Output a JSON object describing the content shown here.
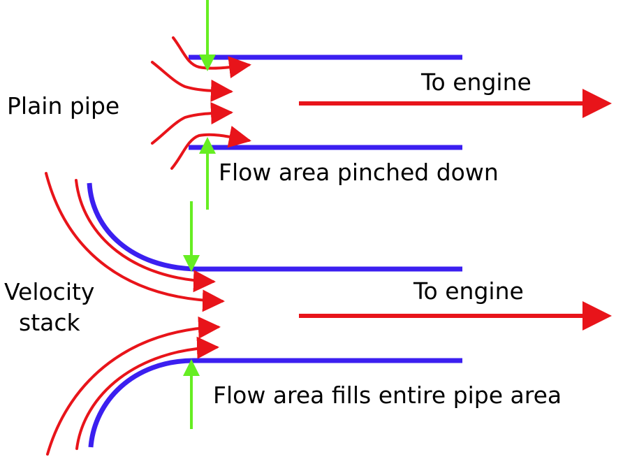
{
  "labels": {
    "plain_pipe": "Plain pipe",
    "to_engine_top": "To engine",
    "flow_area_pinched": "Flow area pinched down",
    "velocity_stack_line1": "Velocity",
    "velocity_stack_line2": "stack",
    "to_engine_bottom": "To engine",
    "flow_area_fills": "Flow area fills entire pipe area"
  },
  "colors": {
    "pipe_wall": "#3b1ff0",
    "airflow": "#e8141a",
    "flow_area_marker": "#66ee22",
    "text": "#000000",
    "background": "#ffffff"
  }
}
